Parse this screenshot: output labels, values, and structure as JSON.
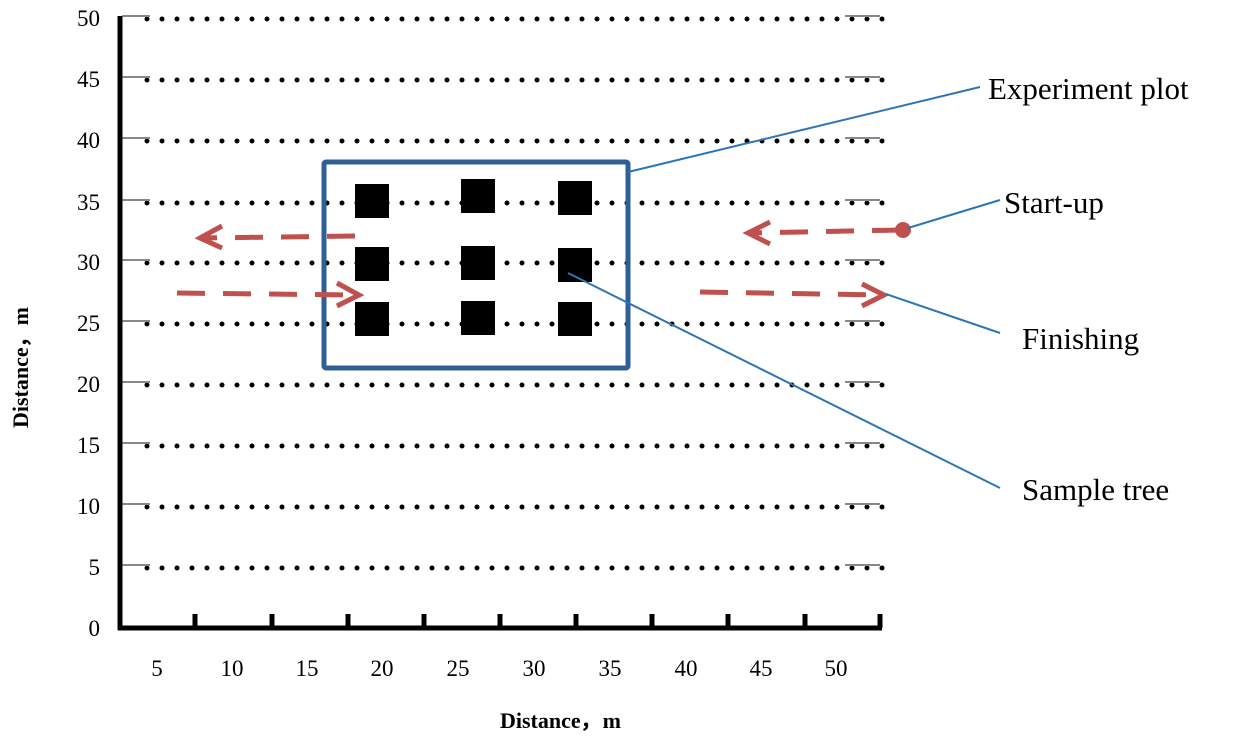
{
  "y_axis": {
    "title": "Distance，m",
    "ticks": [
      "0",
      "5",
      "10",
      "15",
      "20",
      "25",
      "30",
      "35",
      "40",
      "45",
      "50"
    ]
  },
  "x_axis": {
    "title": "Distance，m",
    "ticks": [
      "5",
      "10",
      "15",
      "20",
      "25",
      "30",
      "35",
      "40",
      "45",
      "50"
    ]
  },
  "labels": {
    "experiment_plot": "Experiment plot",
    "start_up": "Start-up",
    "finishing": "Finishing",
    "sample_tree": "Sample tree"
  },
  "colors": {
    "plot_border": "#2f5f95",
    "leader": "#2e75b6",
    "arrow": "#c0504d",
    "tree": "#000000"
  }
}
